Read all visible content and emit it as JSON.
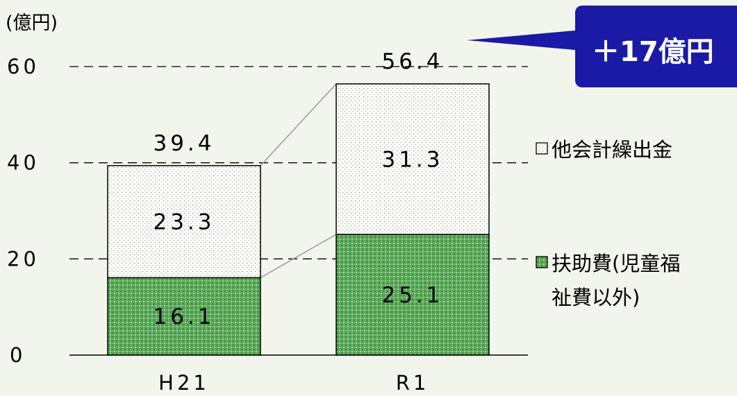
{
  "chart_data": {
    "type": "bar",
    "stacked": true,
    "unit_label": "(億円)",
    "categories": [
      "H21",
      "R1"
    ],
    "series": [
      {
        "name": "扶助費(児童福祉費以外)",
        "values": [
          16.1,
          25.1
        ],
        "color": "#5aa85a"
      },
      {
        "name": "他会計繰出金",
        "values": [
          23.3,
          31.3
        ],
        "color": "#ffffff"
      }
    ],
    "totals": [
      39.4,
      56.4
    ],
    "ylim": [
      0,
      60
    ],
    "yticks": [
      0,
      20,
      40,
      60
    ],
    "grid": "dashed",
    "legend_position": "right",
    "legend_lines": {
      "other": [
        "他会計繰出金"
      ],
      "welfare": [
        "扶助費(児童福",
        "祉費以外)"
      ]
    },
    "callout": {
      "text": "＋17億円",
      "color": "#1a1aa6"
    }
  }
}
